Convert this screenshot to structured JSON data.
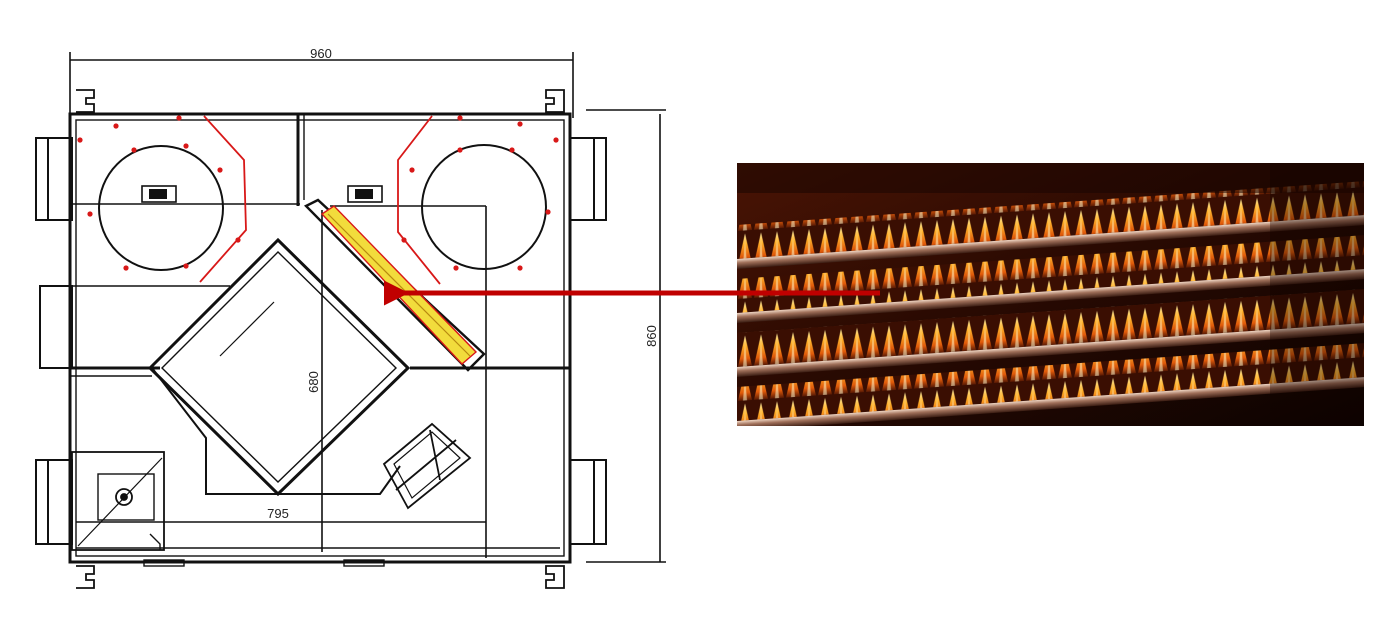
{
  "dimensions": {
    "width": "960",
    "height": "860",
    "inner_height": "680",
    "inner_width": "795"
  },
  "colors": {
    "line": "#111111",
    "red_detail": "#d81818",
    "arrow": "#c00000",
    "highlight": "#f2dc3c"
  },
  "photo": {
    "subject": "heated-fin-tubes"
  }
}
